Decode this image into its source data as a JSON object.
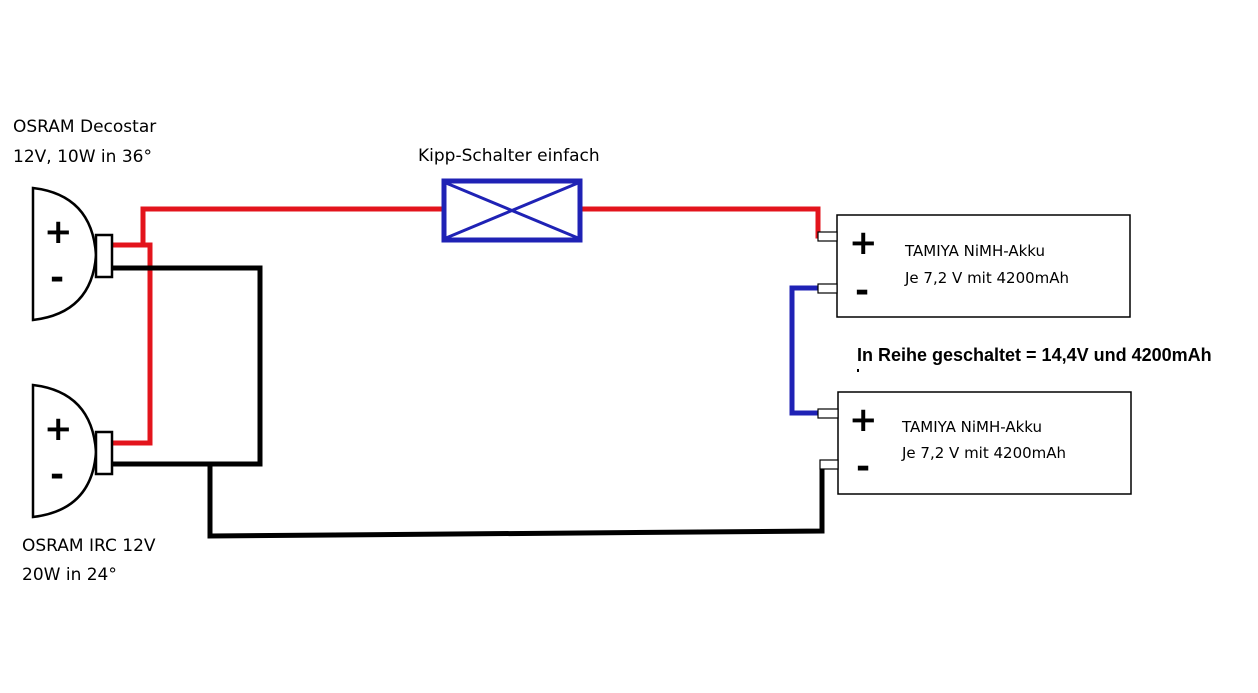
{
  "lamps": {
    "top": {
      "name": "OSRAM Decostar",
      "spec": "12V, 10W in 36°",
      "plus": "+",
      "minus": "-"
    },
    "bottom": {
      "name": "OSRAM IRC 12V",
      "spec": "20W in 24°",
      "plus": "+",
      "minus": "-"
    }
  },
  "switch": {
    "label": "Kipp-Schalter einfach"
  },
  "batteries": {
    "top": {
      "name": "TAMIYA NiMH-Akku",
      "spec": "Je 7,2 V  mit 4200mAh",
      "plus": "+",
      "minus": "-"
    },
    "bottom": {
      "name": "TAMIYA NiMH-Akku",
      "spec": "Je 7,2 V  mit 4200mAh",
      "plus": "+",
      "minus": "-"
    }
  },
  "note": "In Reihe geschaltet = 14,4V und 4200mAh",
  "colors": {
    "positive_wire": "#e3141c",
    "negative_wire": "#000000",
    "series_link": "#1f22b5",
    "switch": "#1f22b5"
  }
}
